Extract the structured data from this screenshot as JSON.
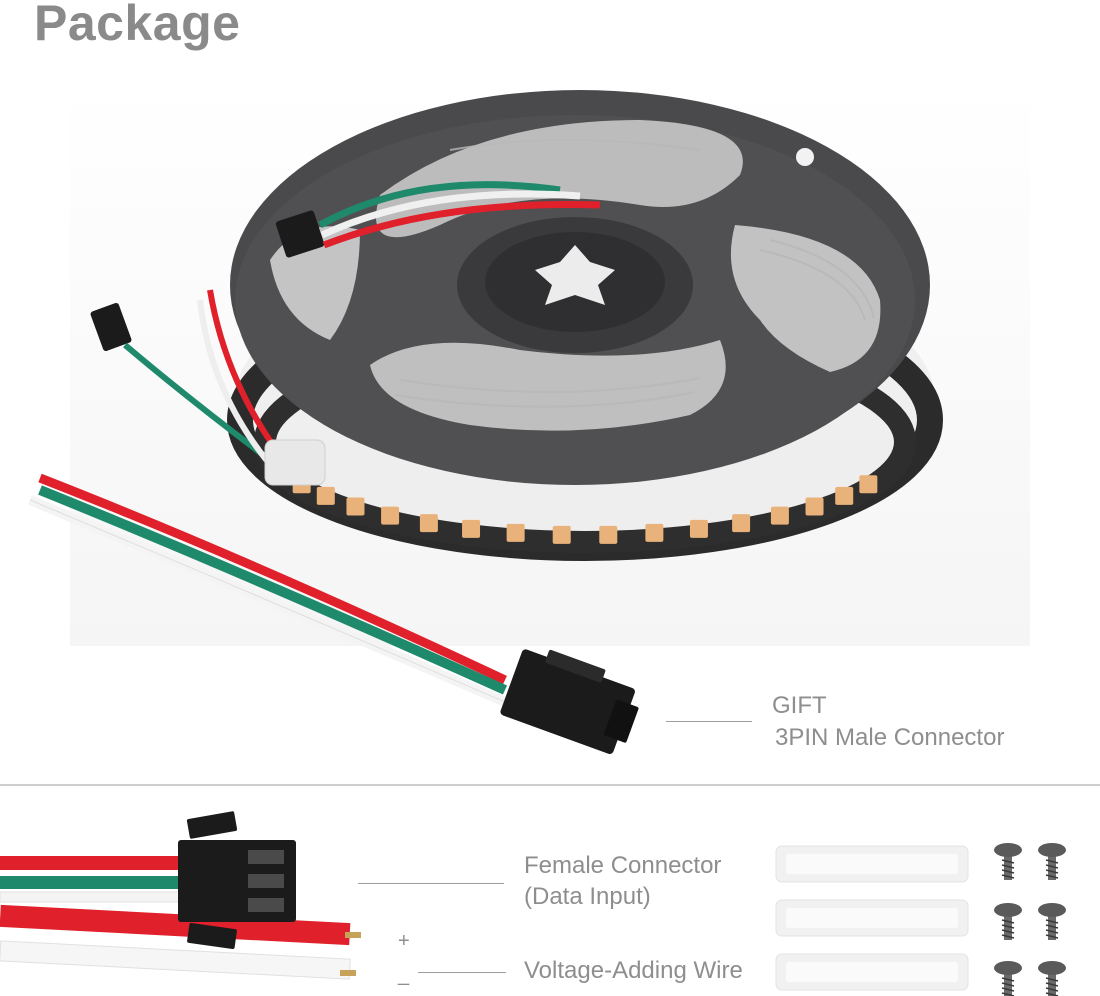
{
  "page": {
    "title": "Package"
  },
  "gift_callout": {
    "line1": "GIFT",
    "line2": "3PIN Male Connector"
  },
  "accessories": {
    "female_connector_line1": "Female Connector",
    "female_connector_line2": "(Data Input)",
    "voltage_wire": "Voltage-Adding Wire",
    "plus_sign": "+",
    "minus_sign": "_"
  },
  "colors": {
    "wire_red": "#e0202a",
    "wire_green": "#1f8a6b",
    "wire_white": "#f2f2f2",
    "reel_dark": "#4a4a4c",
    "connector_black": "#1b1b1b",
    "led_amber": "#e9b27a",
    "text_gray": "#8e8e8e"
  }
}
